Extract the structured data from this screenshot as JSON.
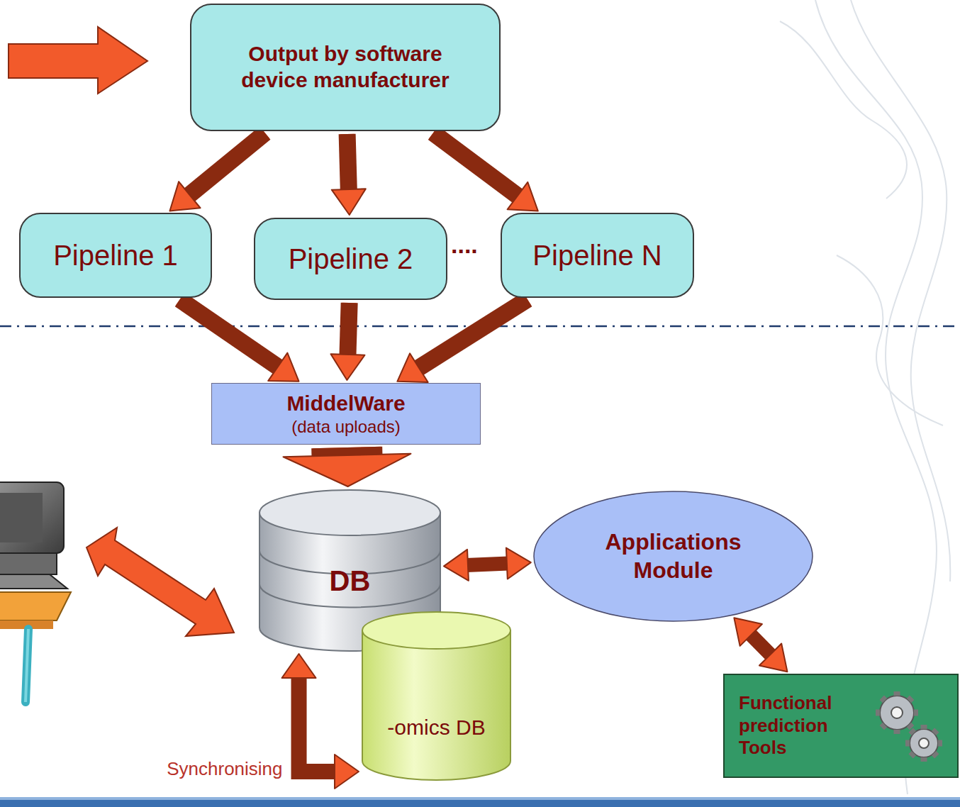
{
  "diagram": {
    "nodes": [
      {
        "text": [
          "Output by software device manufacturer"
        ]
      },
      {
        "text": [
          "Pipeline 1"
        ]
      },
      {
        "text": [
          "Pipeline 2"
        ]
      },
      {
        "text": [
          "Pipeline N"
        ]
      },
      {
        "text": [
          "MiddelWare",
          "(data uploads)"
        ]
      },
      {
        "text": [
          "DB"
        ]
      },
      {
        "text": [
          "Applications Module"
        ]
      },
      {
        "text": [
          "-omics DB"
        ]
      },
      {
        "text": [
          "Functional prediction Tools"
        ]
      }
    ],
    "edges": [
      {
        "from": 0,
        "to": 1,
        "arrow": "to"
      },
      {
        "from": 0,
        "to": 2,
        "arrow": "to"
      },
      {
        "from": 0,
        "to": 3,
        "arrow": "to"
      },
      {
        "from": 1,
        "to": 4,
        "arrow": "to"
      },
      {
        "from": 2,
        "to": 4,
        "arrow": "to"
      },
      {
        "from": 3,
        "to": 4,
        "arrow": "to"
      },
      {
        "from": 4,
        "to": 5,
        "arrow": "to"
      },
      {
        "from": 5,
        "to": 6,
        "arrow": "both"
      },
      {
        "from": 6,
        "to": 8,
        "arrow": "both"
      },
      {
        "from": 5,
        "to": 7,
        "label": "Synchronising",
        "arrow": "both"
      }
    ],
    "labels": [
      "...."
    ]
  }
}
